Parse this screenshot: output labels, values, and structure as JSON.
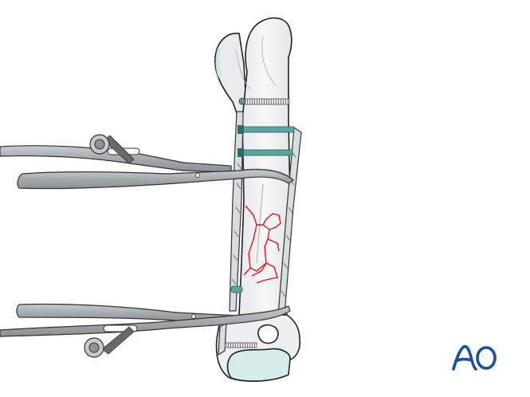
{
  "illustration": {
    "subject": "Femur with plate fixation and two reduction clamps",
    "elements": [
      "femur-bone",
      "fracture-lines",
      "bone-plate",
      "screws",
      "upper-reduction-clamp",
      "lower-reduction-clamp"
    ],
    "colors": {
      "bone_fill": "#f2f2f2",
      "bone_outline": "#222222",
      "cartilage": "#d6ecea",
      "fracture": "#e8141c",
      "plate_fill": "#d9dde0",
      "screw_teal": "#5aa5a0",
      "clamp_fill": "#a9aeb2",
      "clamp_dark": "#6e7378"
    }
  },
  "logo": {
    "text": "AO",
    "color": "#1c4fa0"
  }
}
